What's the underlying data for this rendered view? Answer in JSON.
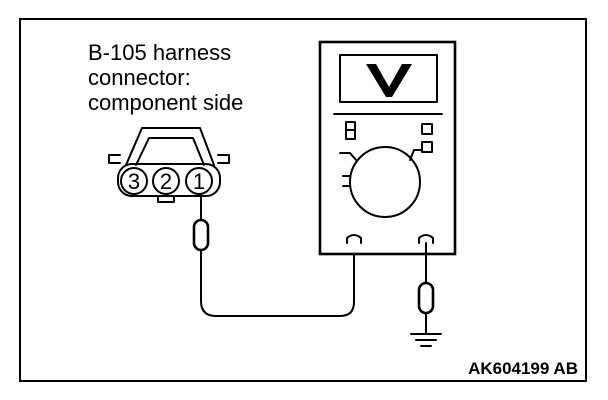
{
  "connector": {
    "label_lines": [
      "B-105 harness",
      "connector:",
      "component side"
    ],
    "pins": [
      "3",
      "2",
      "1"
    ]
  },
  "meter": {
    "display_symbol": "V"
  },
  "figure_code": "AK604199 AB",
  "colors": {
    "line": "#000000",
    "background": "#ffffff"
  },
  "icons": [
    "ground-icon"
  ]
}
